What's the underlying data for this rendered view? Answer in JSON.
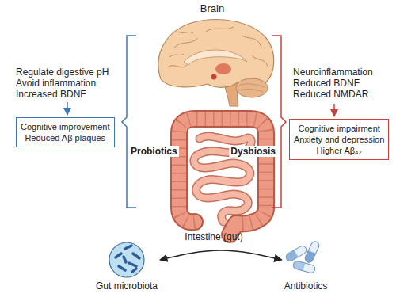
{
  "diagram": {
    "nodes": [
      {
        "text": [
          "Cognitive improvement",
          "Reduced Aβ plaques"
        ]
      },
      {
        "text": [
          "Cognitive impairment",
          "Anxiety and depression",
          "Higher Aβ₄₂"
        ]
      },
      {
        "text": [
          "Gut microbiota"
        ]
      },
      {
        "text": [
          "Antibiotics"
        ]
      }
    ],
    "edges": [
      {
        "from": 2,
        "to": 3,
        "arrow": "both"
      }
    ],
    "labels": [
      "Brain",
      "Regulate digestive pH",
      "Avoid inflammation",
      "Increased BDNF",
      "Probiotics",
      "Dysbiosis",
      "Neuroinflammation",
      "Reduced BDNF",
      "Reduced NMDAR",
      "Intestine (gut)"
    ]
  }
}
